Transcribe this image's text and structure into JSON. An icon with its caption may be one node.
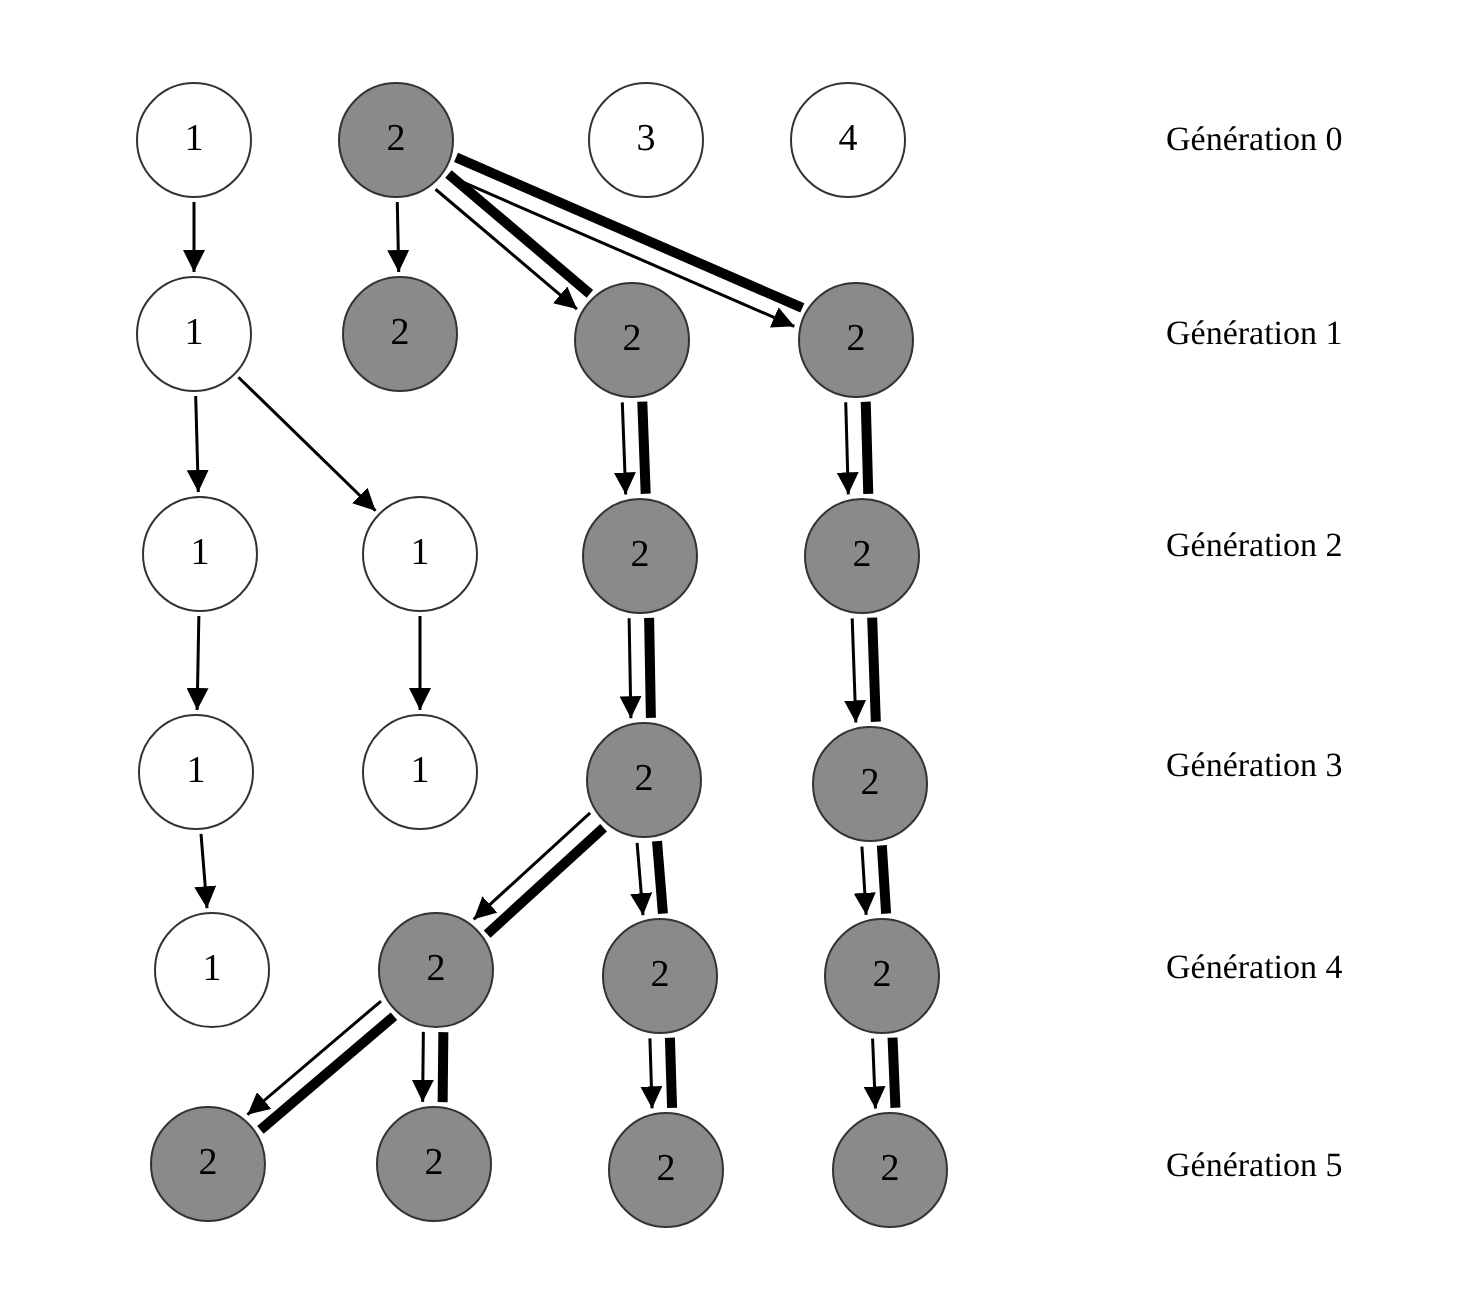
{
  "diagram": {
    "nodes": [
      {
        "text": [
          "1"
        ]
      },
      {
        "text": [
          "2"
        ]
      },
      {
        "text": [
          "3"
        ]
      },
      {
        "text": [
          "4"
        ]
      },
      {
        "text": [
          "1"
        ]
      },
      {
        "text": [
          "2"
        ]
      },
      {
        "text": [
          "2"
        ]
      },
      {
        "text": [
          "2"
        ]
      },
      {
        "text": [
          "1"
        ]
      },
      {
        "text": [
          "1"
        ]
      },
      {
        "text": [
          "2"
        ]
      },
      {
        "text": [
          "2"
        ]
      },
      {
        "text": [
          "1"
        ]
      },
      {
        "text": [
          "1"
        ]
      },
      {
        "text": [
          "2"
        ]
      },
      {
        "text": [
          "2"
        ]
      },
      {
        "text": [
          "1"
        ]
      },
      {
        "text": [
          "2"
        ]
      },
      {
        "text": [
          "2"
        ]
      },
      {
        "text": [
          "2"
        ]
      },
      {
        "text": [
          "2"
        ]
      },
      {
        "text": [
          "2"
        ]
      },
      {
        "text": [
          "2"
        ]
      },
      {
        "text": [
          "2"
        ]
      }
    ],
    "edges": [
      {
        "from": 0,
        "to": 4,
        "arrow": "to"
      },
      {
        "from": 1,
        "to": 5,
        "arrow": "to"
      },
      {
        "from": 1,
        "to": 6,
        "arrow": "to"
      },
      {
        "from": 1,
        "to": 7,
        "arrow": "to"
      },
      {
        "from": 4,
        "to": 8,
        "arrow": "to"
      },
      {
        "from": 4,
        "to": 9,
        "arrow": "to"
      },
      {
        "from": 6,
        "to": 10,
        "arrow": "to"
      },
      {
        "from": 7,
        "to": 11,
        "arrow": "to"
      },
      {
        "from": 8,
        "to": 12,
        "arrow": "to"
      },
      {
        "from": 9,
        "to": 13,
        "arrow": "to"
      },
      {
        "from": 10,
        "to": 14,
        "arrow": "to"
      },
      {
        "from": 11,
        "to": 15,
        "arrow": "to"
      },
      {
        "from": 12,
        "to": 16,
        "arrow": "to"
      },
      {
        "from": 14,
        "to": 17,
        "arrow": "to"
      },
      {
        "from": 14,
        "to": 18,
        "arrow": "to"
      },
      {
        "from": 15,
        "to": 19,
        "arrow": "to"
      },
      {
        "from": 17,
        "to": 20,
        "arrow": "to"
      },
      {
        "from": 17,
        "to": 21,
        "arrow": "to"
      },
      {
        "from": 18,
        "to": 22,
        "arrow": "to"
      },
      {
        "from": 19,
        "to": 23,
        "arrow": "to"
      },
      {
        "from": 1,
        "to": 6,
        "arrow": "none",
        "style": "thick"
      },
      {
        "from": 6,
        "to": 10,
        "arrow": "none",
        "style": "thick"
      },
      {
        "from": 10,
        "to": 14,
        "arrow": "none",
        "style": "thick"
      },
      {
        "from": 14,
        "to": 18,
        "arrow": "none",
        "style": "thick"
      },
      {
        "from": 18,
        "to": 22,
        "arrow": "none",
        "style": "thick"
      },
      {
        "from": 1,
        "to": 7,
        "arrow": "none",
        "style": "thick"
      },
      {
        "from": 7,
        "to": 11,
        "arrow": "none",
        "style": "thick"
      },
      {
        "from": 11,
        "to": 15,
        "arrow": "none",
        "style": "thick"
      },
      {
        "from": 15,
        "to": 19,
        "arrow": "none",
        "style": "thick"
      },
      {
        "from": 19,
        "to": 23,
        "arrow": "none",
        "style": "thick"
      },
      {
        "from": 14,
        "to": 17,
        "arrow": "none",
        "style": "thick"
      },
      {
        "from": 17,
        "to": 20,
        "arrow": "none",
        "style": "thick"
      },
      {
        "from": 17,
        "to": 21,
        "arrow": "none",
        "style": "thick"
      }
    ],
    "labels": [
      "Génération 0",
      "Génération 1",
      "Génération 2",
      "Génération 3",
      "Génération 4",
      "Génération 5"
    ]
  }
}
